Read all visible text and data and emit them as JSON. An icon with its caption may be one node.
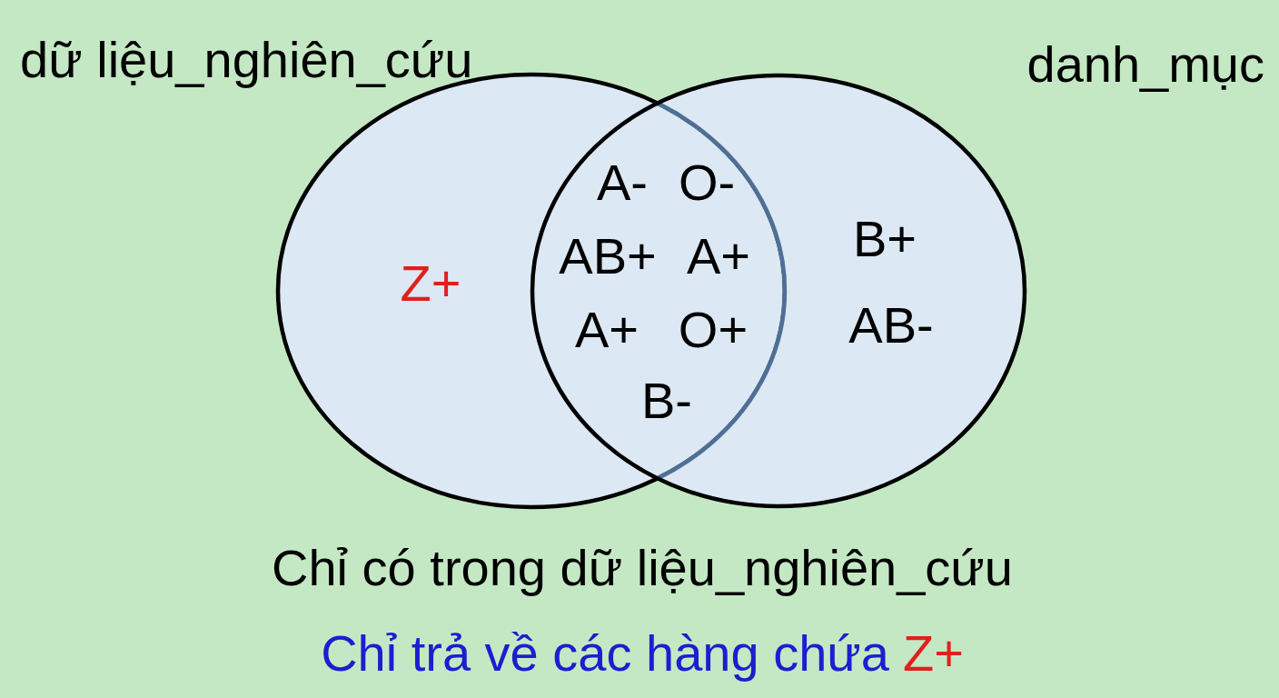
{
  "diagram": {
    "nodes": [
      {
        "text": [
          "dữ liệu_nghiên_cứu",
          "Z+"
        ]
      },
      {
        "text": [
          "danh_mục",
          "B+",
          "AB-"
        ]
      }
    ],
    "labels": [
      "A-",
      "O-",
      "AB+",
      "A+",
      "A+",
      "O+",
      "B-",
      "Chỉ có trong dữ liệu_nghiên_cứu",
      "Chỉ trả về các hàng chứa",
      "Z+"
    ]
  }
}
